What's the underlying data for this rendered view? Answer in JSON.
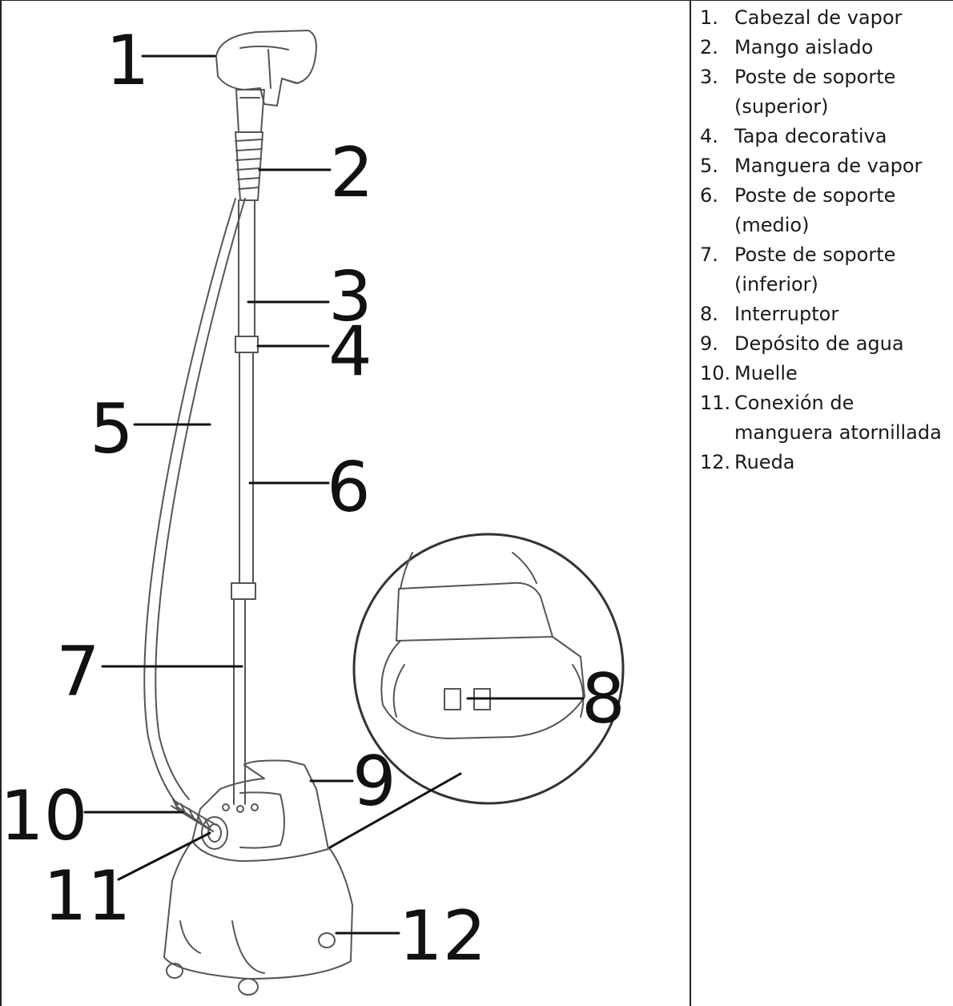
{
  "callouts": [
    "1",
    "2",
    "3",
    "4",
    "5",
    "6",
    "7",
    "8",
    "9",
    "10",
    "11",
    "12"
  ],
  "legend": [
    {
      "num": "1.",
      "text": "Cabezal de vapor"
    },
    {
      "num": "2.",
      "text": "Mango aislado"
    },
    {
      "num": "3.",
      "text": "Poste de soporte (superior)"
    },
    {
      "num": "4.",
      "text": "Tapa decorativa"
    },
    {
      "num": "5.",
      "text": "Manguera de vapor"
    },
    {
      "num": "6.",
      "text": "Poste de soporte (medio)"
    },
    {
      "num": "7.",
      "text": "Poste de soporte (inferior)"
    },
    {
      "num": "8.",
      "text": "Interruptor"
    },
    {
      "num": "9.",
      "text": "Depósito de agua"
    },
    {
      "num": "10.",
      "text": "Muelle"
    },
    {
      "num": "11.",
      "text": "Conexión de manguera atornillada"
    },
    {
      "num": "12.",
      "text": "Rueda"
    }
  ],
  "colors": {
    "ink": "#111111",
    "line": "#555555",
    "background": "#ffffff"
  }
}
